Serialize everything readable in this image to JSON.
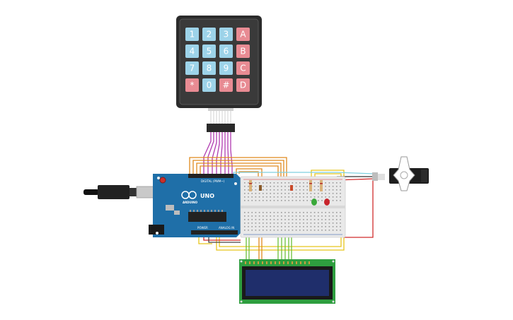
{
  "keypad": {
    "keys": [
      [
        "1",
        "2",
        "3",
        "A"
      ],
      [
        "4",
        "5",
        "6",
        "B"
      ],
      [
        "7",
        "8",
        "9",
        "C"
      ],
      [
        "*",
        "0",
        "#",
        "D"
      ]
    ],
    "colors": {
      "numeric": "#9dd3e9",
      "function": "#e88b93",
      "frame": "#2b2b2b"
    }
  },
  "arduino": {
    "model_label": "UNO",
    "brand_label": "ARDUINO",
    "digital_label": "DIGITAL (PWM~)",
    "power_label": "POWER",
    "analog_label": "ANALOG IN",
    "board_color": "#1f6fa8"
  },
  "breadboard": {
    "color": "#e9e9e9"
  },
  "lcd": {
    "screen_color": "#1f2e6b",
    "pcb_color": "#2e9e3f"
  },
  "leds": {
    "colors": [
      "#39a839",
      "#c8242b"
    ]
  },
  "wire_colors": {
    "keypad": "#b03cb0",
    "orange": "#e08a1e",
    "yellow": "#e7c51c",
    "green": "#6bbf3a",
    "red": "#d12c2c",
    "cyan": "#7fd1e0"
  }
}
